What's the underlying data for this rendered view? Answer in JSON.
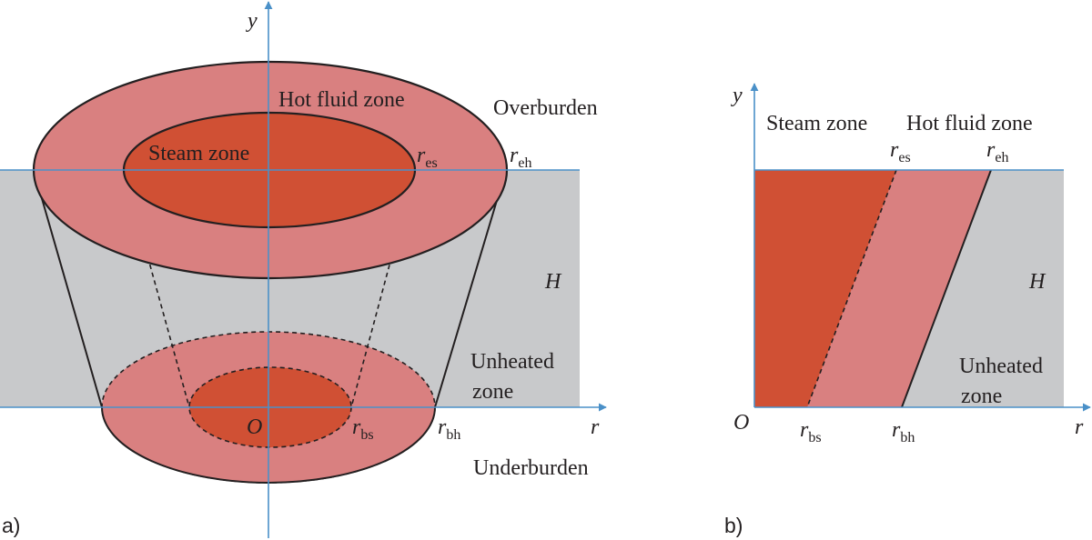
{
  "panel_a": {
    "label": "a)",
    "axis_y": "y",
    "axis_r": "r",
    "origin": "O",
    "hot_fluid_zone": "Hot fluid zone",
    "steam_zone": "Steam zone",
    "overburden": "Overburden",
    "underburden": "Underburden",
    "unheated_line1": "Unheated",
    "unheated_line2": "zone",
    "thickness": "H",
    "r_es": {
      "base": "r",
      "sub": "es"
    },
    "r_eh": {
      "base": "r",
      "sub": "eh"
    },
    "r_bs": {
      "base": "r",
      "sub": "bs"
    },
    "r_bh": {
      "base": "r",
      "sub": "bh"
    }
  },
  "panel_b": {
    "label": "b)",
    "axis_y": "y",
    "axis_r": "r",
    "origin": "O",
    "steam_zone": "Steam zone",
    "hot_fluid_zone": "Hot fluid zone",
    "unheated_line1": "Unheated",
    "unheated_line2": "zone",
    "thickness": "H",
    "r_es": {
      "base": "r",
      "sub": "es"
    },
    "r_eh": {
      "base": "r",
      "sub": "eh"
    },
    "r_bs": {
      "base": "r",
      "sub": "bs"
    },
    "r_bh": {
      "base": "r",
      "sub": "bh"
    }
  },
  "colors": {
    "steam": "#d05034",
    "hot_fluid": "#d98080",
    "unheated": "#c8c9cb",
    "axis": "#4a90c8",
    "outline": "#231f20"
  }
}
